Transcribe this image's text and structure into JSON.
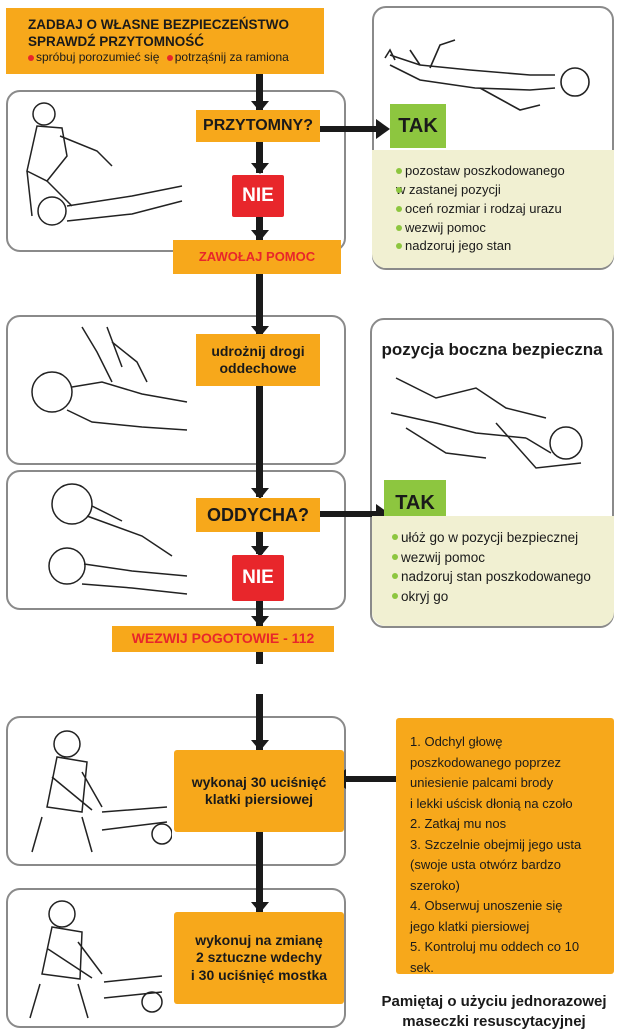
{
  "top": {
    "line1": "ZADBAJ O WŁASNE BEZPIECZEŃSTWO",
    "line2": "SPRAWDŹ PRZYTOMNOŚĆ",
    "sub1": "spróbuj porozumieć się",
    "sub2": "potrząśnij za ramiona"
  },
  "step1": {
    "question": "PRZYTOMNY?",
    "yes": "TAK",
    "no": "NIE",
    "call": "ZAWOŁAJ POMOC",
    "yes_items": [
      "pozostaw poszkodowanego",
      "w zastanej pozycji",
      "oceń rozmiar i rodzaj urazu",
      "wezwij pomoc",
      "nadzoruj jego stan"
    ]
  },
  "step2": {
    "airway_line1": "udrożnij drogi",
    "airway_line2": "oddechowe",
    "recovery_title": "pozycja boczna bezpieczna"
  },
  "step3": {
    "question": "ODDYCHA?",
    "yes": "TAK",
    "no": "NIE",
    "call": "WEZWIJ POGOTOWIE - 112",
    "yes_items": [
      "ułóż go w pozycji bezpiecznej",
      "wezwij pomoc",
      "nadzoruj stan poszkodowanego",
      "okryj go"
    ]
  },
  "step4": {
    "compress_line1": "wykonaj 30 uciśnięć",
    "compress_line2": "klatki piersiowej",
    "alt_line1": "wykonuj na zmianę",
    "alt_line2": "2 sztuczne wdechy",
    "alt_line3": "i 30 uciśnięć mostka",
    "instructions": [
      "1. Odchyl głowę",
      "poszkodowanego poprzez",
      "uniesienie palcami brody",
      "i lekki uścisk dłonią na czoło",
      "2. Zatkaj mu nos",
      "3. Szczelnie obejmij jego usta",
      "(swoje usta otwórz bardzo",
      "szeroko)",
      "4. Obserwuj unoszenie się",
      "jego klatki piersiowej",
      "5. Kontroluj mu oddech co 10 sek."
    ],
    "reminder_line1": "Pamiętaj o użyciu jednorazowej",
    "reminder_line2": "maseczki resuscytacyjnej"
  },
  "colors": {
    "orange": "#f7a81b",
    "red": "#e8262b",
    "green": "#8dc63f",
    "cream": "#f1f0d2"
  }
}
